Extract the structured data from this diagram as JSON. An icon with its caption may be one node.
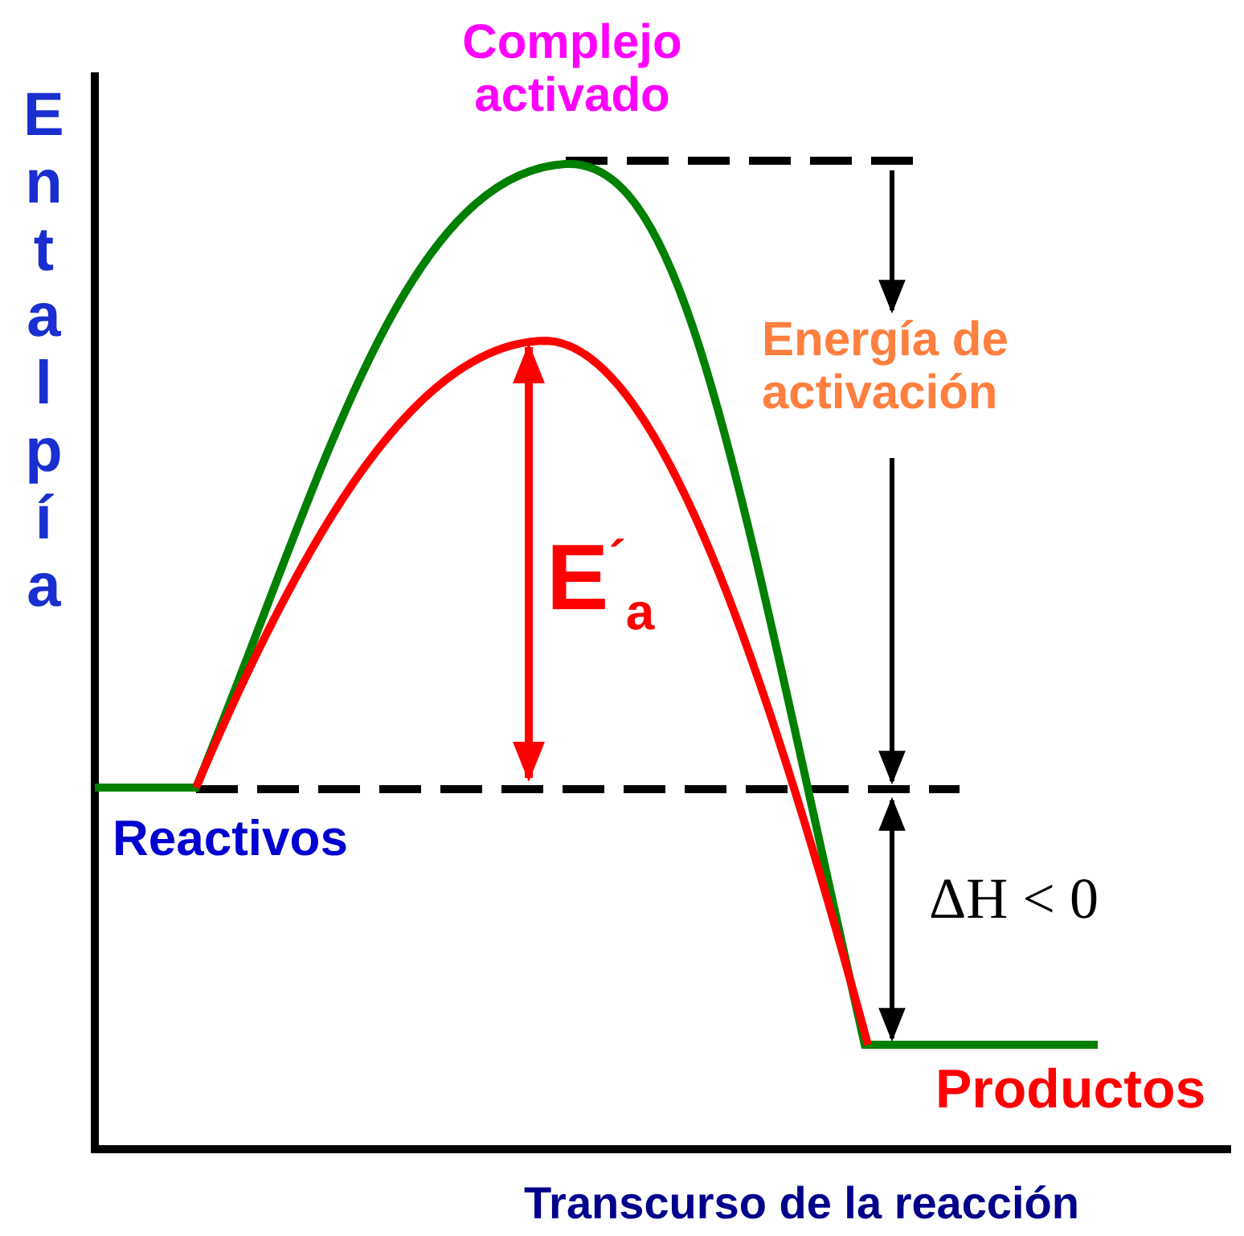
{
  "diagram": {
    "labels": [
      "Complejo activado",
      "Entalpía",
      "Energía de activación",
      "E$^{´}$$_{a}$",
      "Reactivos",
      "ΔH < 0",
      "Productos",
      "Transcurso de la reacción"
    ]
  }
}
